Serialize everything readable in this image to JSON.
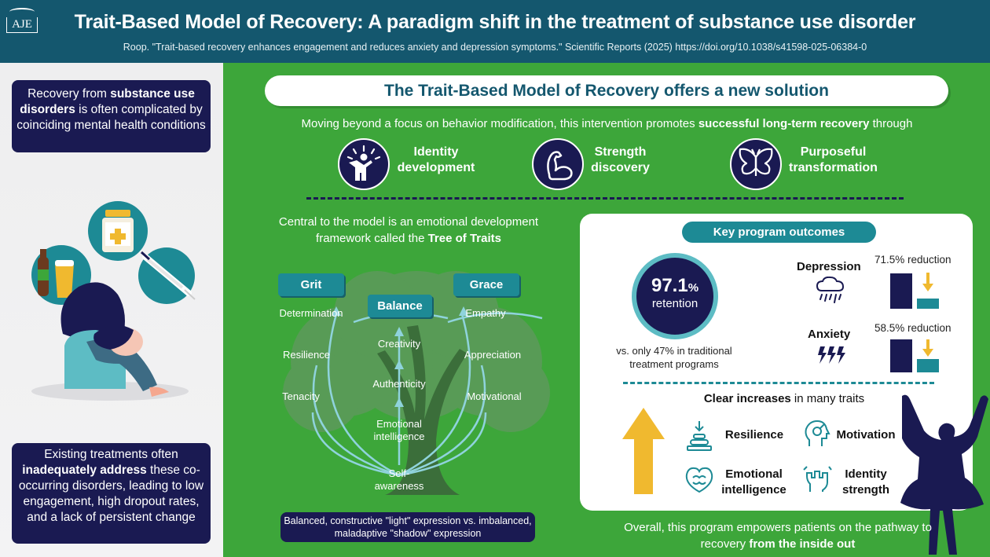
{
  "header": {
    "logo_text": "AJE",
    "title": "Trait-Based Model of Recovery: A paradigm shift in the treatment of substance use disorder",
    "citation": "Roop. \"Trait-based recovery enhances engagement and reduces anxiety and depression symptoms.\" Scientific Reports (2025) https://doi.org/10.1038/s41598-025-06384-0"
  },
  "left": {
    "box1": {
      "pre": "Recovery from ",
      "bold": "substance use disorders",
      "post": " is often complicated by coinciding mental health conditions"
    },
    "box2": {
      "pre": "Existing treatments often ",
      "bold": "inadequately address",
      "post": " these co-occurring disorders, leading to low engagement, high dropout rates, and a lack of persistent change"
    }
  },
  "main": {
    "banner": "The Trait-Based Model of Recovery offers a new solution",
    "lead": {
      "pre": "Moving beyond a focus on behavior modification, this intervention promotes ",
      "bold": "successful long-term recovery",
      "post": " through"
    },
    "features": [
      {
        "line1": "Identity",
        "line2": "development"
      },
      {
        "line1": "Strength",
        "line2": "discovery"
      },
      {
        "line1": "Purposeful",
        "line2": "transformation"
      }
    ],
    "central": {
      "pre": "Central to the model is an emotional development framework called the ",
      "bold": "Tree of Traits"
    },
    "tree": {
      "grit": "Grit",
      "balance": "Balance",
      "grace": "Grace",
      "grit_traits": [
        "Determination",
        "Resilience",
        "Tenacity"
      ],
      "grace_traits": [
        "Empathy",
        "Appreciation",
        "Motivational"
      ],
      "trunk": [
        "Creativity",
        "Authenticity",
        "Emotional",
        "intelligence",
        "Self-",
        "awareness"
      ]
    },
    "bottom_note": "Balanced, constructive \"light\" expression vs. imbalanced, maladaptive \"shadow\" expression"
  },
  "outcomes": {
    "heading": "Key program outcomes",
    "retention_value": "97.1",
    "retention_unit": "%",
    "retention_label": "retention",
    "vs_text": "vs. only 47% in traditional treatment programs",
    "depression": {
      "label": "Depression",
      "reduction": "71.5% reduction",
      "fraction_remaining": 0.285
    },
    "anxiety": {
      "label": "Anxiety",
      "reduction": "58.5% reduction",
      "fraction_remaining": 0.415
    },
    "increases": {
      "bold": "Clear increases",
      "rest": " in many traits"
    },
    "traits": [
      {
        "line1": "Resilience",
        "line2": ""
      },
      {
        "line1": "Motivation",
        "line2": ""
      },
      {
        "line1": "Emotional",
        "line2": "intelligence"
      },
      {
        "line1": "Identity",
        "line2": "strength"
      }
    ],
    "overall": {
      "pre": "Overall, this program empowers patients on the pathway to recovery ",
      "bold": "from the inside out"
    }
  },
  "colors": {
    "navy": "#1a1a52",
    "teal": "#1d8a95",
    "green": "#3da63a",
    "header": "#14576e",
    "yellow": "#f0b92f"
  }
}
